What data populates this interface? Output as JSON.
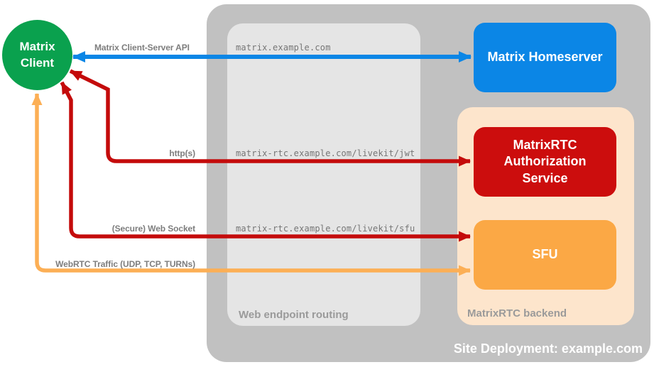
{
  "colors": {
    "outer_box": "#c1c1c1",
    "inner_box": "#e5e5e5",
    "backend_box": "#fde5cc",
    "green": "#0aa14e",
    "blue": "#0b86e6",
    "red": "#cc0d0d",
    "orange": "#fba845",
    "arrow_blue": "#0b86e6",
    "arrow_red": "#c40b0b",
    "arrow_orange": "#fcaf55",
    "label_gray": "#7d7d7d",
    "mono_gray": "#767676",
    "caption_gray": "#9a9a9a"
  },
  "nodes": {
    "client": {
      "label": "Matrix\nClient"
    },
    "homeserver": {
      "label": "Matrix Homeserver"
    },
    "auth_service": {
      "label": "MatrixRTC\nAuthorization\nService"
    },
    "sfu": {
      "label": "SFU"
    }
  },
  "containers": {
    "site": {
      "label": "Site Deployment: example.com"
    },
    "routing": {
      "label": "Web endpoint routing"
    },
    "backend": {
      "label": "MatrixRTC backend"
    }
  },
  "endpoints": {
    "homeserver_url": "matrix.example.com",
    "jwt_url": "matrix-rtc.example.com/livekit/jwt",
    "sfu_url": "matrix-rtc.example.com/livekit/sfu"
  },
  "arrows": [
    {
      "label": "Matrix Client-Server API",
      "color": "blue",
      "from": "Matrix Client",
      "to": "Matrix Homeserver",
      "bidirectional": true
    },
    {
      "label": "http(s)",
      "color": "red",
      "from": "Matrix Client",
      "to": "MatrixRTC Authorization Service",
      "bidirectional": true
    },
    {
      "label": "(Secure) Web Socket",
      "color": "red",
      "from": "Matrix Client",
      "to": "SFU",
      "bidirectional": true
    },
    {
      "label": "WebRTC Traffic (UDP, TCP, TURNs)",
      "color": "orange",
      "from": "Matrix Client",
      "to": "SFU",
      "bidirectional": true
    }
  ]
}
